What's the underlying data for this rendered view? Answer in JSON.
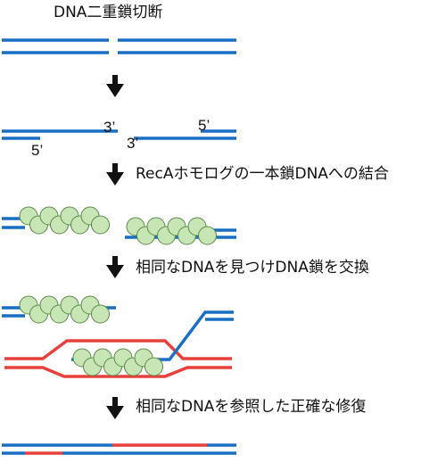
{
  "colors": {
    "blue": "#1a6fc4",
    "red": "#e8413c",
    "protein_fill": "#c8e6b5",
    "protein_stroke": "#5b8a4a",
    "arrow": "#111111"
  },
  "steps": [
    {
      "label": "DNA二重鎖切断"
    },
    {
      "label": "RecAホモログの一本鎖DNAへの結合"
    },
    {
      "label": "相同なDNAを見つけDNA鎖を交換"
    },
    {
      "label": "相同なDNAを参照した正確な修復"
    }
  ],
  "end_labels": {
    "left_5": "5’",
    "left_3": "3’",
    "right_3": "3’",
    "right_5": "5’"
  }
}
